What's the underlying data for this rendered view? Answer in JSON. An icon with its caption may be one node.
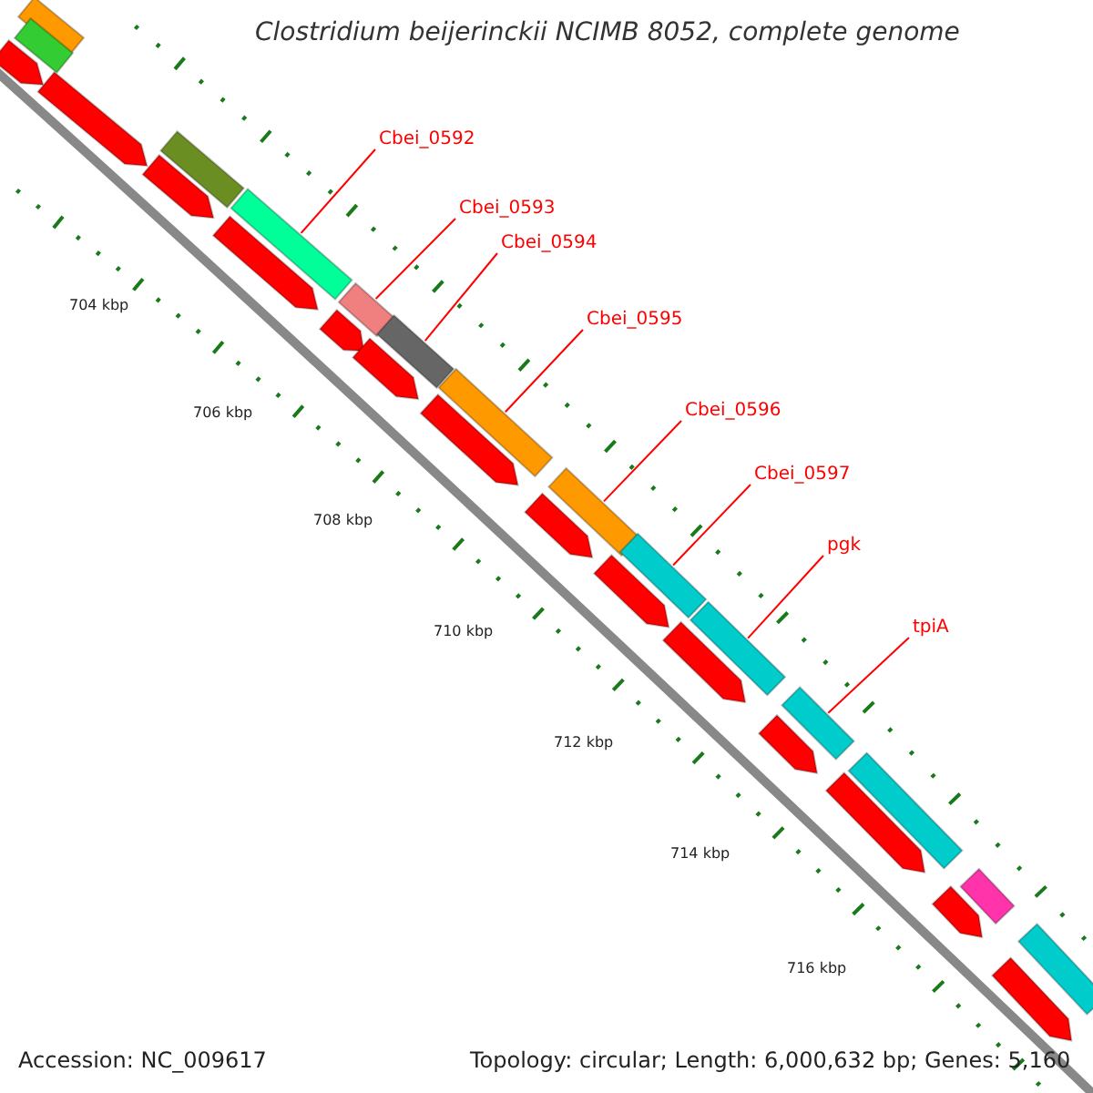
{
  "diagram": {
    "title": "Clostridium beijerinckii NCIMB 8052, complete genome",
    "nodes": [
      {
        "text": [
          "Cbei_0592"
        ]
      },
      {
        "text": [
          "Cbei_0593"
        ]
      },
      {
        "text": [
          "Cbei_0594"
        ]
      },
      {
        "text": [
          "Cbei_0595"
        ]
      },
      {
        "text": [
          "Cbei_0596"
        ]
      },
      {
        "text": [
          "Cbei_0597"
        ]
      },
      {
        "text": [
          "pgk"
        ]
      },
      {
        "text": [
          "tpiA"
        ]
      },
      {
        "text": [],
        "shape": "bar"
      },
      {
        "text": [],
        "shape": "bar"
      },
      {
        "text": [],
        "shape": "arrow"
      },
      {
        "text": [],
        "shape": "arrow"
      },
      {
        "text": [],
        "shape": "bar"
      },
      {
        "text": [],
        "shape": "arrow"
      },
      {
        "text": [],
        "shape": "bar"
      },
      {
        "text": [],
        "shape": "arrow"
      },
      {
        "text": [],
        "shape": "bar"
      },
      {
        "text": [],
        "shape": "arrow"
      },
      {
        "text": [],
        "shape": "bar"
      },
      {
        "text": [],
        "shape": "arrow"
      },
      {
        "text": [],
        "shape": "bar"
      },
      {
        "text": [],
        "shape": "arrow"
      },
      {
        "text": [],
        "shape": "bar"
      },
      {
        "text": [],
        "shape": "arrow"
      },
      {
        "text": [],
        "shape": "bar"
      },
      {
        "text": [],
        "shape": "arrow"
      },
      {
        "text": [],
        "shape": "bar"
      },
      {
        "text": [],
        "shape": "arrow"
      },
      {
        "text": [],
        "shape": "bar"
      },
      {
        "text": [],
        "shape": "arrow"
      },
      {
        "text": [],
        "shape": "bar"
      },
      {
        "text": [],
        "shape": "arrow"
      },
      {
        "text": [],
        "shape": "bar"
      },
      {
        "text": [],
        "shape": "arrow"
      },
      {
        "text": [],
        "shape": "bar"
      },
      {
        "text": [],
        "shape": "arrow"
      }
    ],
    "edges": [
      {
        "from": 0,
        "to": 14,
        "arrow": "none"
      },
      {
        "from": 1,
        "to": 16,
        "arrow": "none"
      },
      {
        "from": 2,
        "to": 18,
        "arrow": "none"
      },
      {
        "from": 3,
        "to": 20,
        "arrow": "none"
      },
      {
        "from": 4,
        "to": 22,
        "arrow": "none"
      },
      {
        "from": 5,
        "to": 24,
        "arrow": "none"
      },
      {
        "from": 6,
        "to": 26,
        "arrow": "none"
      },
      {
        "from": 7,
        "to": 28,
        "arrow": "none"
      }
    ],
    "labels": [
      "704 kbp",
      "706 kbp",
      "708 kbp",
      "710 kbp",
      "712 kbp",
      "714 kbp",
      "716 kbp",
      "Accession: NC_009617",
      "Topology: circular; Length: 6,000,632 bp; Genes: 5,160"
    ]
  }
}
